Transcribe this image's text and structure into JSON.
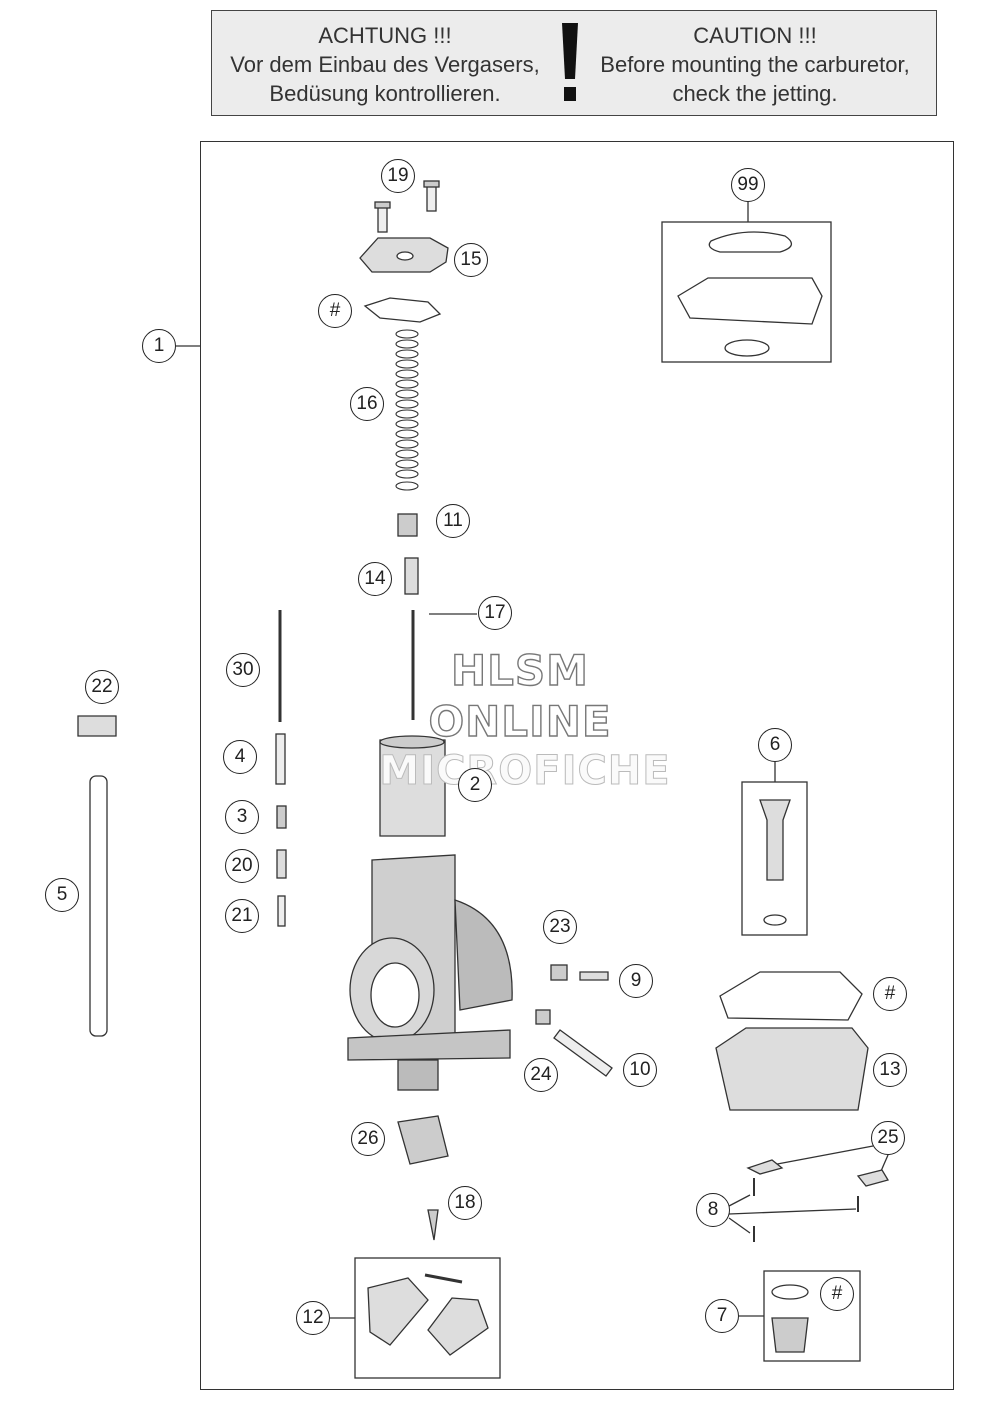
{
  "warning": {
    "de_title": "ACHTUNG !!!",
    "de_line1": "Vor dem Einbau des Vergasers,",
    "de_line2": "Bedüsung kontrollieren.",
    "en_title": "CAUTION !!!",
    "en_line1": "Before mounting the carburetor,",
    "en_line2": "check the jetting."
  },
  "watermark": {
    "line1": "HLSM",
    "line2": "ONLINE",
    "line3": "MICROFICHE"
  },
  "callouts": {
    "c1": "1",
    "c2": "2",
    "c3": "3",
    "c4": "4",
    "c5": "5",
    "c6": "6",
    "c7": "7",
    "c8": "8",
    "c9": "9",
    "c10": "10",
    "c11": "11",
    "c12": "12",
    "c13": "13",
    "c14": "14",
    "c15": "15",
    "c16": "16",
    "c17": "17",
    "c18": "18",
    "c19": "19",
    "c20": "20",
    "c21": "21",
    "c22": "22",
    "c23": "23",
    "c24": "24",
    "c25": "25",
    "c26": "26",
    "c30": "30",
    "c99": "99",
    "hash_top": "#",
    "hash_bowl": "#",
    "hash_plug": "#"
  }
}
